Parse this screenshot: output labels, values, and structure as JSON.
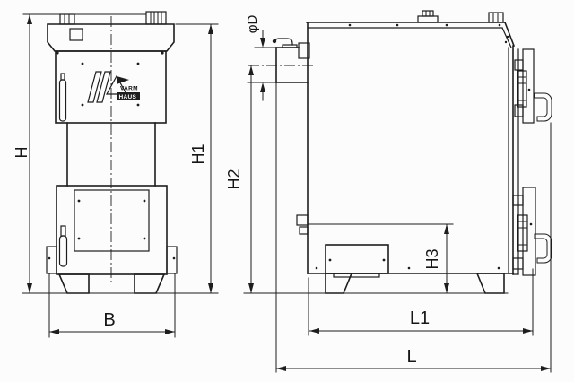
{
  "drawing": {
    "kind": "boiler-technical-dimension-drawing",
    "line_color": "#1d1d1d",
    "background": "#fcfcfc",
    "logo": {
      "line1": "VARM",
      "line2": "HAUS"
    },
    "labels": {
      "h": "H",
      "h1": "H1",
      "h2": "H2",
      "h3": "H3",
      "b": "B",
      "l1": "L1",
      "l": "L",
      "phi_d": "φD"
    }
  }
}
